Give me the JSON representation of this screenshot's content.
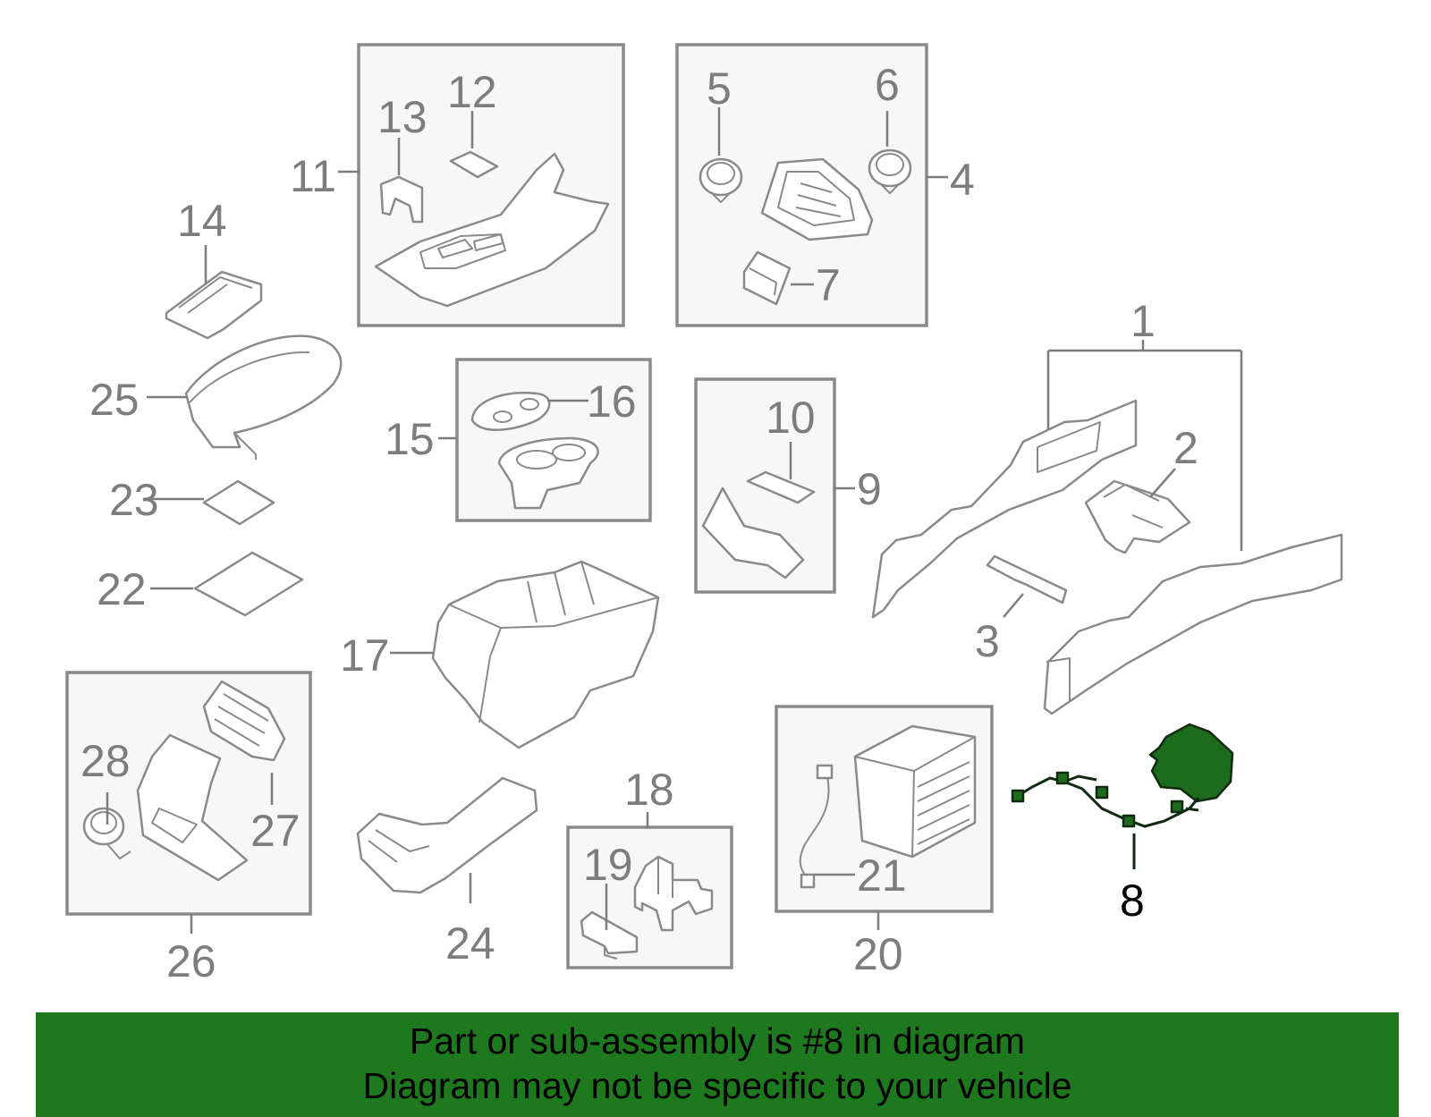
{
  "callouts": {
    "n1": "1",
    "n2": "2",
    "n3": "3",
    "n4": "4",
    "n5": "5",
    "n6": "6",
    "n7": "7",
    "n8": "8",
    "n9": "9",
    "n10": "10",
    "n11": "11",
    "n12": "12",
    "n13": "13",
    "n14": "14",
    "n15": "15",
    "n16": "16",
    "n17": "17",
    "n18": "18",
    "n19": "19",
    "n20": "20",
    "n21": "21",
    "n22": "22",
    "n23": "23",
    "n24": "24",
    "n25": "25",
    "n26": "26",
    "n27": "27",
    "n28": "28"
  },
  "highlighted_part": "8",
  "colors": {
    "highlight": "#1d6b1d",
    "banner": "#1e781e",
    "line_art": "#8a8a8a"
  },
  "banner": {
    "line1": "Part or sub-assembly is #8 in diagram",
    "line2": "Diagram may not be specific to your vehicle"
  }
}
